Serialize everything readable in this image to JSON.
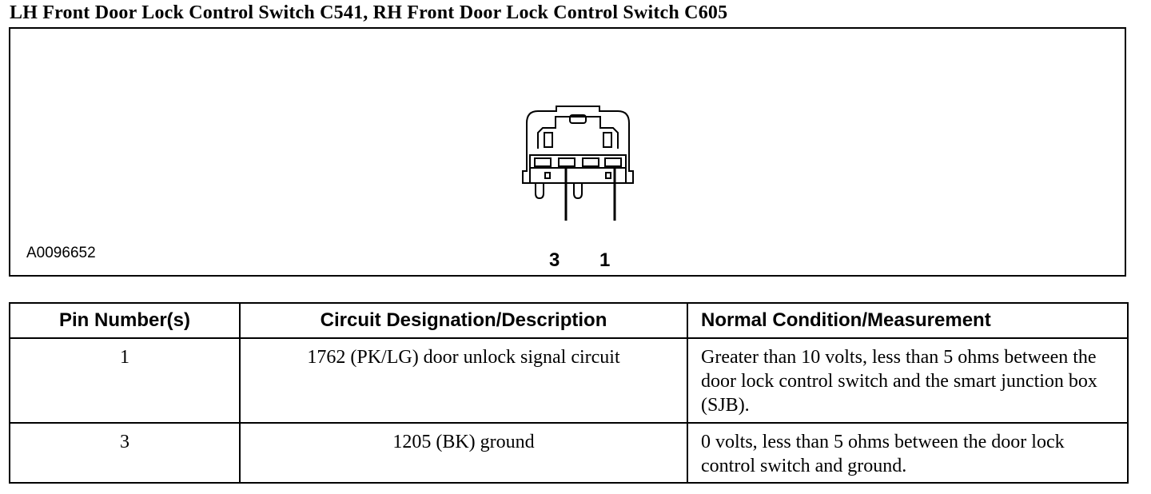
{
  "header": {
    "title": "LH Front Door Lock Control Switch C541, RH Front Door Lock Control Switch C605"
  },
  "figure": {
    "pin_labels": [
      "3",
      "1"
    ],
    "figure_id": "A0096652",
    "icon": "connector-face-icon"
  },
  "table": {
    "headers": [
      "Pin Number(s)",
      "Circuit Designation/Description",
      "Normal Condition/Measurement"
    ],
    "rows": [
      {
        "pin": "1",
        "circuit": "1762 (PK/LG) door unlock signal circuit",
        "condition": "Greater than 10 volts, less than 5 ohms between the door lock control switch and the smart junction box (SJB)."
      },
      {
        "pin": "3",
        "circuit": "1205 (BK) ground",
        "condition": "0 volts, less than 5 ohms between the door lock control switch and ground."
      }
    ]
  }
}
